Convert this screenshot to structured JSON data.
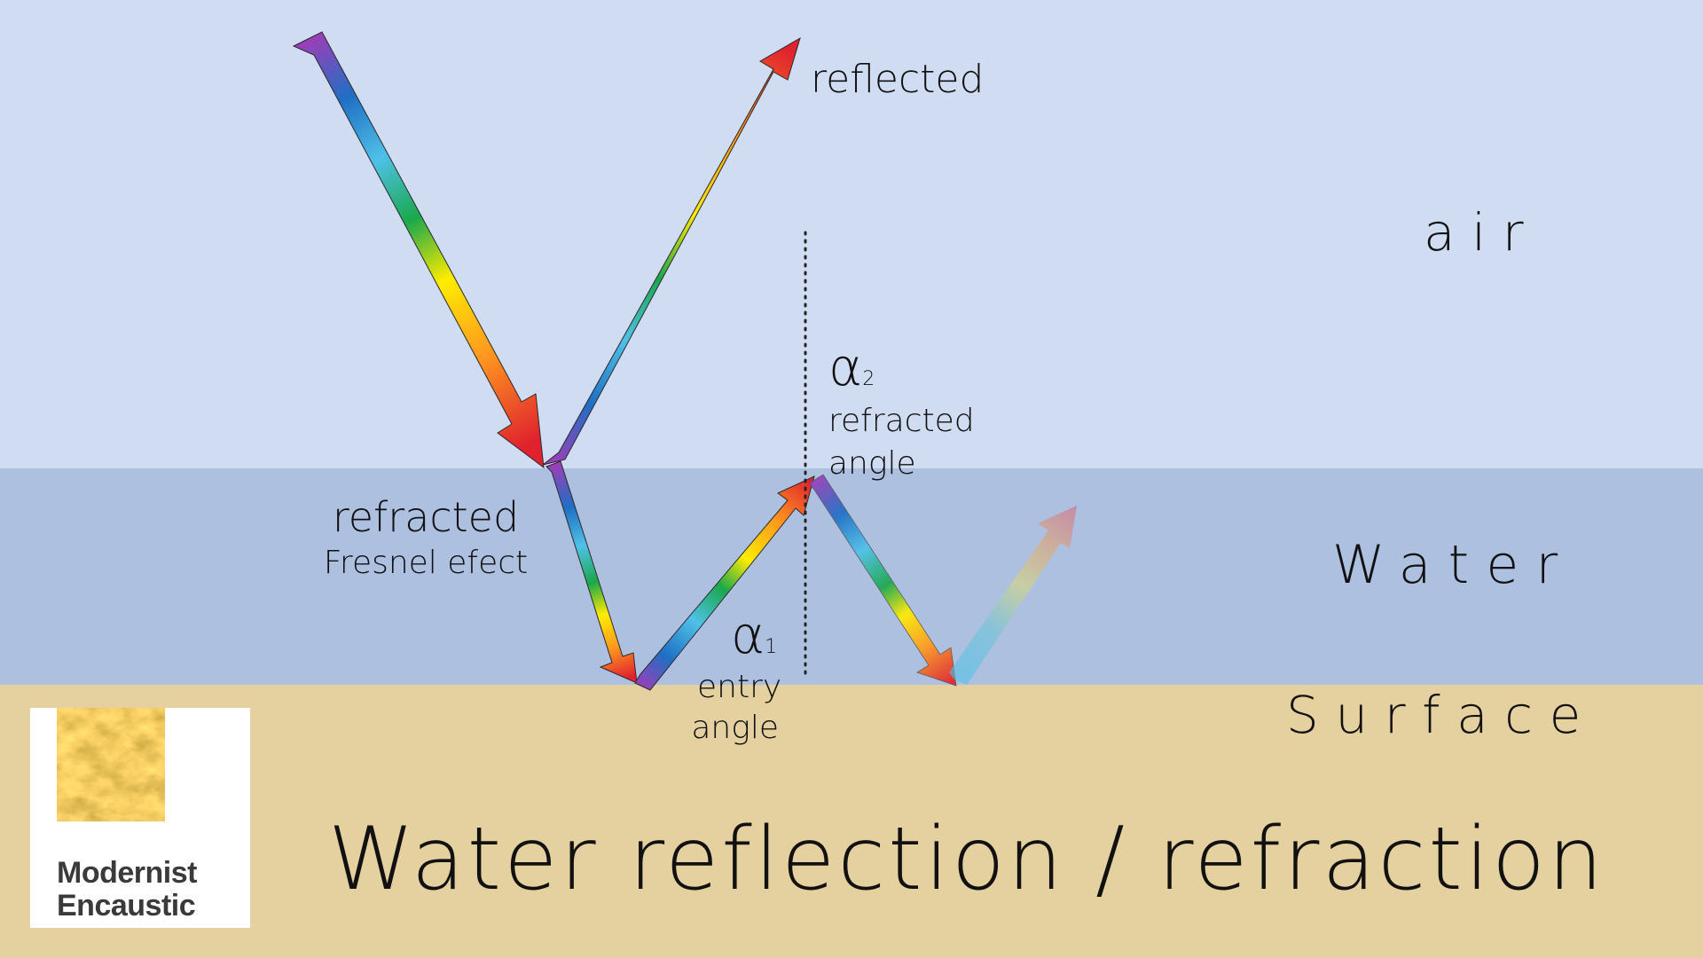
{
  "colors": {
    "air": "#cfdcf2",
    "water": "#adc0e0",
    "surface": "#e5d0a0",
    "text": "#111111",
    "spectrum": [
      "#9b3fb8",
      "#1f6fc4",
      "#4fc1e8",
      "#1aa84c",
      "#ffec00",
      "#ff9a1e",
      "#e0222e"
    ]
  },
  "labels": {
    "reflected": "reflected",
    "air": "air",
    "water": "Water",
    "surface": "Surface",
    "refracted": "refracted",
    "fresnel": "Fresnel efect",
    "alpha2_symbol": "α",
    "alpha2_sub": "2",
    "alpha2_text1": "refracted",
    "alpha2_text2": "angle",
    "alpha1_symbol": "α",
    "alpha1_sub": "1",
    "alpha1_text1": "entry",
    "alpha1_text2": "angle",
    "title": "Water reflection / refraction"
  },
  "logo": {
    "line1": "Modernist",
    "line2": "Encaustic"
  }
}
